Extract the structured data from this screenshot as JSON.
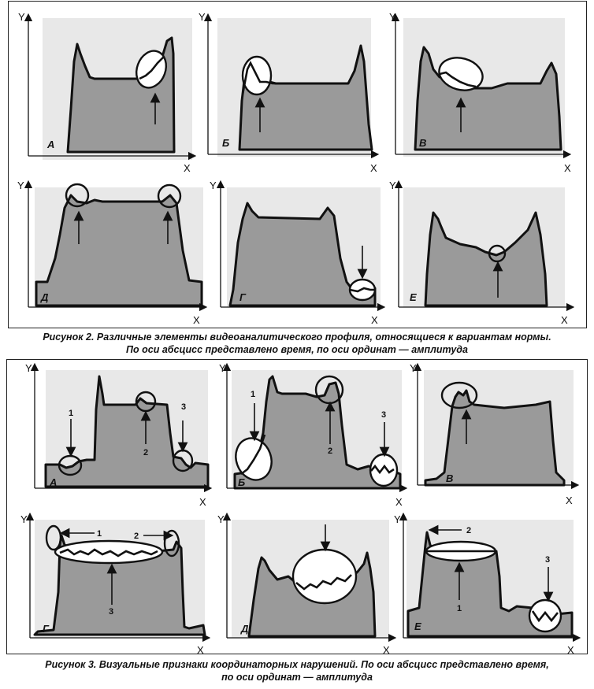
{
  "axis_labels": {
    "y": "Y",
    "x": "X"
  },
  "figure2": {
    "panels": [
      {
        "id": "A",
        "letter": "А"
      },
      {
        "id": "B",
        "letter": "Б"
      },
      {
        "id": "V",
        "letter": "В"
      },
      {
        "id": "D",
        "letter": "Д"
      },
      {
        "id": "G",
        "letter": "Г"
      },
      {
        "id": "E",
        "letter": "Е"
      }
    ],
    "caption_line1": "Рисунок 2. Различные элементы видеоаналитического профиля, относящиеся к вариантам нормы.",
    "caption_line2": "По оси абсцисс представлено время, по оси ординат — амплитуда"
  },
  "figure3": {
    "panels": [
      {
        "id": "A",
        "letter": "А",
        "markers": [
          "1",
          "2",
          "3"
        ]
      },
      {
        "id": "B",
        "letter": "Б",
        "markers": [
          "1",
          "2",
          "3"
        ]
      },
      {
        "id": "V",
        "letter": "В",
        "markers": []
      },
      {
        "id": "G",
        "letter": "Г",
        "markers": [
          "1",
          "2",
          "3"
        ]
      },
      {
        "id": "D",
        "letter": "Д",
        "markers": []
      },
      {
        "id": "E",
        "letter": "Е",
        "markers": [
          "2",
          "1",
          "3"
        ]
      }
    ],
    "caption_line1": "Рисунок 3. Визуальные признаки координаторных нарушений. По оси абсцисс представлено время,",
    "caption_line2": "по оси ординат — амплитуда"
  }
}
